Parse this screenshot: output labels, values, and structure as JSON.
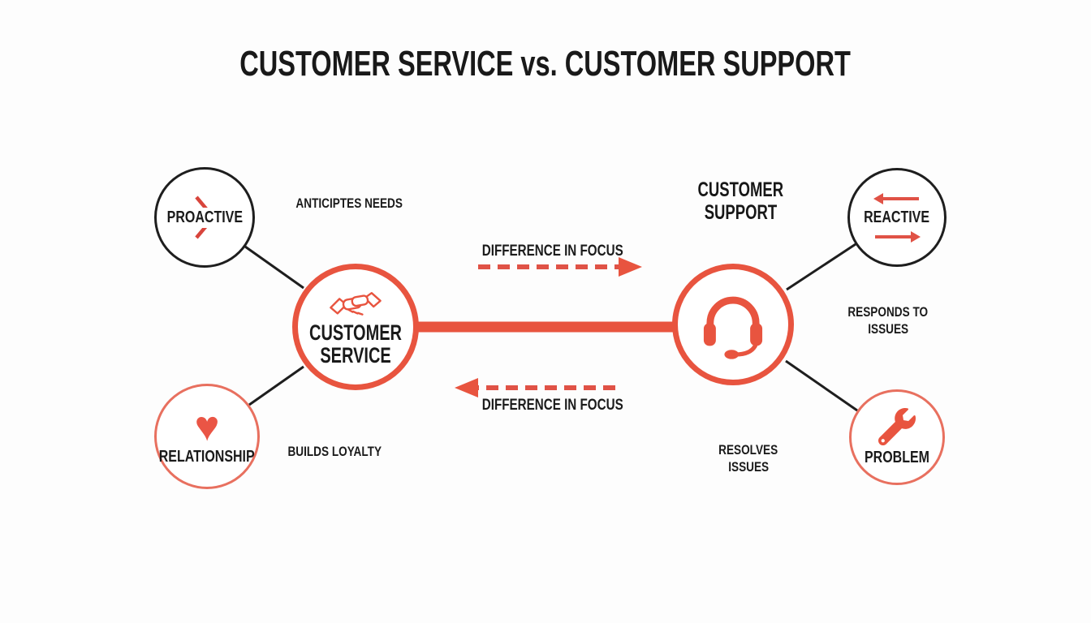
{
  "title": "CUSTOMER SERVICE vs. CUSTOMER SUPPORT",
  "colors": {
    "accent": "#e8543f",
    "ink": "#1c1c1c",
    "background": "#fdfdfd"
  },
  "arrows": {
    "top_label": "DIFFERENCE IN FOCUS",
    "bottom_label": "DIFFERENCE IN FOCUS"
  },
  "service": {
    "label_line1": "CUSTOMER",
    "label_line2": "SERVICE",
    "proactive_label": "PROACTIVE",
    "proactive_note": "ANTICIPTES NEEDS",
    "relationship_label": "RELATIONSHIP",
    "relationship_note": "BUILDS LOYALTY"
  },
  "support": {
    "heading_line1": "CUSTOMER",
    "heading_line2": "SUPPORT",
    "reactive_label": "REACTIVE",
    "reactive_note_line1": "RESPONDS TO",
    "reactive_note_line2": "ISSUES",
    "problem_label": "PROBLEM",
    "problem_note_line1": "RESOLVES",
    "problem_note_line2": "ISSUES"
  },
  "icons": {
    "service": "handshake-icon",
    "support": "headset-icon",
    "proactive": "chevron-right-icon",
    "reactive": "left-right-arrows-icon",
    "relationship": "heart-icon",
    "problem": "wrench-icon",
    "heart_glyph": "♥"
  }
}
